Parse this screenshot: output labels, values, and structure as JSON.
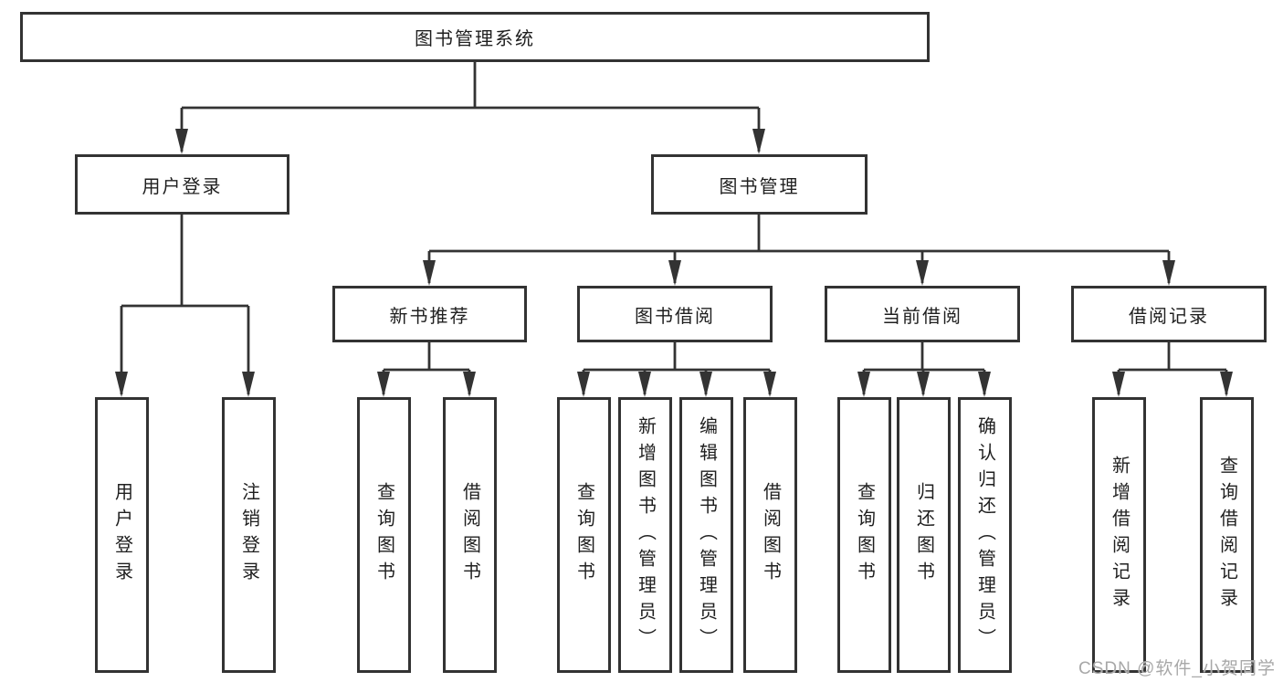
{
  "diagram": {
    "title": "图书管理系统",
    "level2": [
      {
        "label": "用户登录"
      },
      {
        "label": "图书管理"
      }
    ],
    "level3": [
      {
        "label": "新书推荐"
      },
      {
        "label": "图书借阅"
      },
      {
        "label": "当前借阅"
      },
      {
        "label": "借阅记录"
      }
    ],
    "leaves": {
      "user_login": [
        "用户登录",
        "注销登录"
      ],
      "new_books": [
        "查询图书",
        "借阅图书"
      ],
      "book_borrow": [
        "查询图书",
        "新增图书（管理员）",
        "编辑图书（管理员）",
        "借阅图书"
      ],
      "current_borrow": [
        "查询图书",
        "归还图书",
        "确认归还（管理员）"
      ],
      "borrow_records": [
        "新增借阅记录",
        "查询借阅记录"
      ]
    }
  },
  "watermark": {
    "text": "CSDN @软件_小贺同学"
  },
  "colors": {
    "line": "#333333",
    "box_border": "#333333",
    "box_fill": "#ffffff",
    "text": "#1f1f1f",
    "watermark": "#a8a8a8"
  }
}
